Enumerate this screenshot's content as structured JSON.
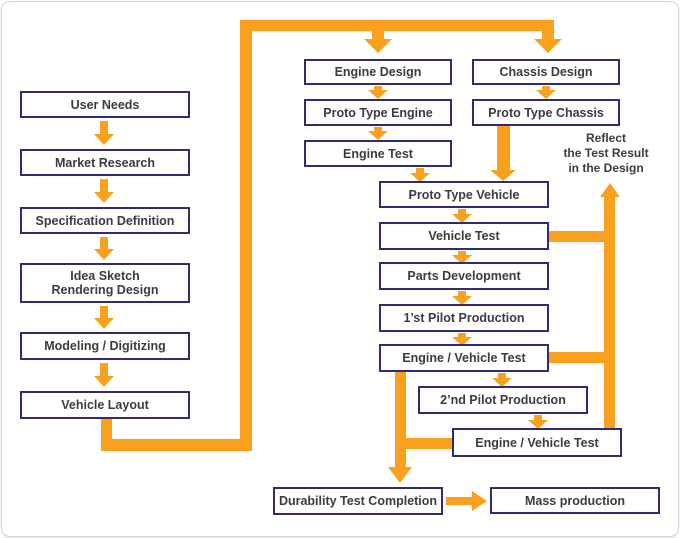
{
  "colors": {
    "arrow": "#F9A11D",
    "border": "#302C72",
    "text": "#3C3C3C",
    "frame_border": "#D4D4D4"
  },
  "nodes": {
    "user_needs": {
      "label": "User Needs"
    },
    "market_research": {
      "label": "Market Research"
    },
    "spec_definition": {
      "label": "Specification Definition"
    },
    "idea_sketch": {
      "label": "Idea Sketch\nRendering Design"
    },
    "modeling": {
      "label": "Modeling / Digitizing"
    },
    "vehicle_layout": {
      "label": "Vehicle Layout"
    },
    "engine_design": {
      "label": "Engine Design"
    },
    "proto_engine": {
      "label": "Proto Type Engine"
    },
    "engine_test": {
      "label": "Engine Test"
    },
    "chassis_design": {
      "label": "Chassis Design"
    },
    "proto_chassis": {
      "label": "Proto Type Chassis"
    },
    "proto_vehicle": {
      "label": "Proto Type Vehicle"
    },
    "vehicle_test": {
      "label": "Vehicle Test"
    },
    "parts_dev": {
      "label": "Parts Development"
    },
    "pilot1": {
      "label": "1’st Pilot Production"
    },
    "ev_test1": {
      "label": "Engine / Vehicle Test"
    },
    "pilot2": {
      "label": "2’nd Pilot Production"
    },
    "ev_test2": {
      "label": "Engine / Vehicle Test"
    },
    "durability": {
      "label": "Durability Test Completion"
    },
    "mass_production": {
      "label": "Mass production"
    }
  },
  "annotation": {
    "text": "Reflect\nthe Test Result\nin the Design"
  }
}
